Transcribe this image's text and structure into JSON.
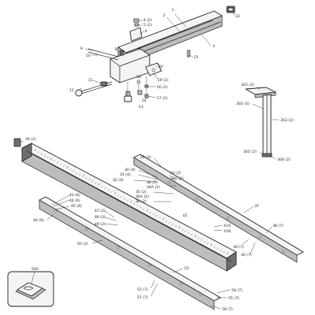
{
  "callouts": {
    "c1": "1",
    "c2": "2",
    "c3": "3",
    "c4_2": "4 (2)",
    "c5_2": "5 (2)",
    "c6": "6",
    "c22": "22",
    "c9": "9",
    "c10": "10",
    "c8": "8",
    "c21": "21",
    "c20": "20",
    "c18": "18",
    "c15": "15",
    "c19_2": "19 (2)",
    "c11": "11",
    "c12": "12",
    "c16_2": "16 (2)",
    "c17_2": "17 (2)",
    "c14": "14",
    "c13": "13",
    "c301_2": "301 (2)",
    "c302_4": "302 (4)",
    "c303_2": "303 (2)",
    "c305_2": "305 (2)",
    "c304_2": "304 (2)",
    "c26_2": "26 (2)",
    "c29_4": "29 (4)",
    "c30_4": "30 (4)",
    "c31_4": "31 (4)",
    "c32_4": "32 (4)",
    "c33_2": "33 (2)",
    "c33a_2": "33A (2)",
    "c34_2": "34 (2)",
    "c34a_2": "34A (2)",
    "c35_2": "35 (2)",
    "c36a_2": "36A (2)",
    "c36_2": "36 (2)",
    "c37": "37",
    "c42": "42",
    "c43_6": "43 (6)",
    "c44_6": "44 (6)",
    "c45_6": "45 (6)",
    "c46_6": "46 (6)",
    "c47_2": "47 (2)",
    "c48_2": "48 (2)",
    "c49_2": "49 (2)",
    "c50_2": "50 (2)",
    "c41a": "41A",
    "c41b": "41B",
    "c38_7": "38 (7)",
    "c39_7": "39 (7)",
    "c40_7": "40 (7)",
    "c53": "53",
    "c52_7": "52 (7)",
    "c51_7": "51 (7)",
    "c54_7": "54 (7)",
    "c55_7": "55 (7)",
    "c56_7": "56 (7)",
    "c540": "540"
  },
  "colors": {
    "line": "#222222",
    "background": "#ffffff",
    "shade": "#6e6e6e"
  }
}
